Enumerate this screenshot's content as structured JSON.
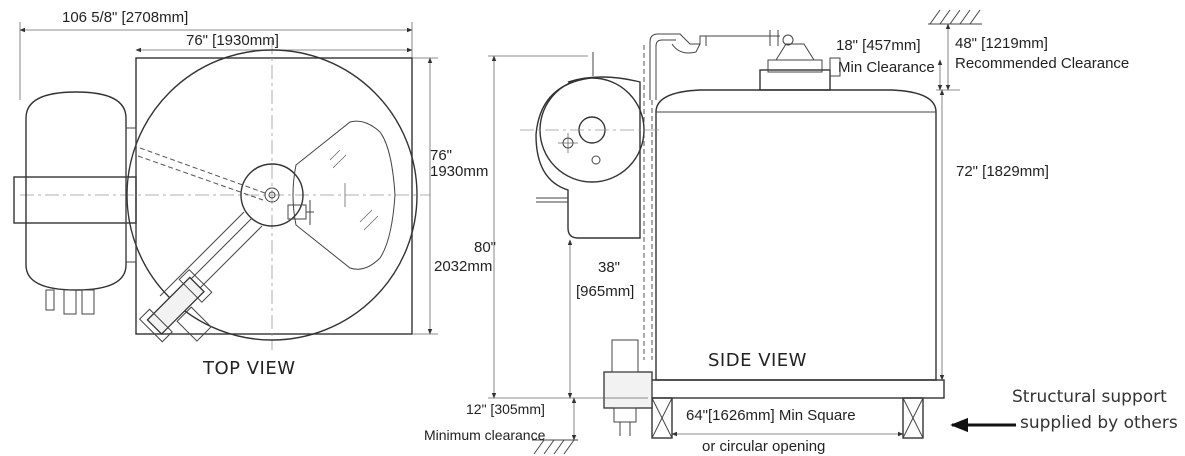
{
  "top_view": {
    "label": "TOP VIEW",
    "overall_width": "106 5/8\" [2708mm]",
    "tank_width": "76\" [1930mm]",
    "depth_in": "76\"",
    "depth_mm": "1930mm"
  },
  "side_view": {
    "label": "SIDE VIEW",
    "height_in": "80\"",
    "height_mm": "2032mm",
    "inlet_height_in": "38\"",
    "inlet_height_mm": "[965mm]",
    "tank_height": "72\" [1829mm]",
    "min_clearance_top_1": "18\" [457mm]",
    "min_clearance_top_2": "Min Clearance",
    "recommended_clearance_1": "48\" [1219mm]",
    "recommended_clearance_2": "Recommended Clearance",
    "bottom_clearance_1": "12\" [305mm]",
    "bottom_clearance_2": "Minimum clearance",
    "opening_1": "64\"[1626mm] Min Square",
    "opening_2": "or circular opening"
  },
  "support_note": {
    "line1": "Structural support",
    "line2": "supplied by others",
    "arrow_icon": "left-arrow-icon"
  },
  "colors": {
    "line": "#333333",
    "fill": "#f2f2f2"
  }
}
